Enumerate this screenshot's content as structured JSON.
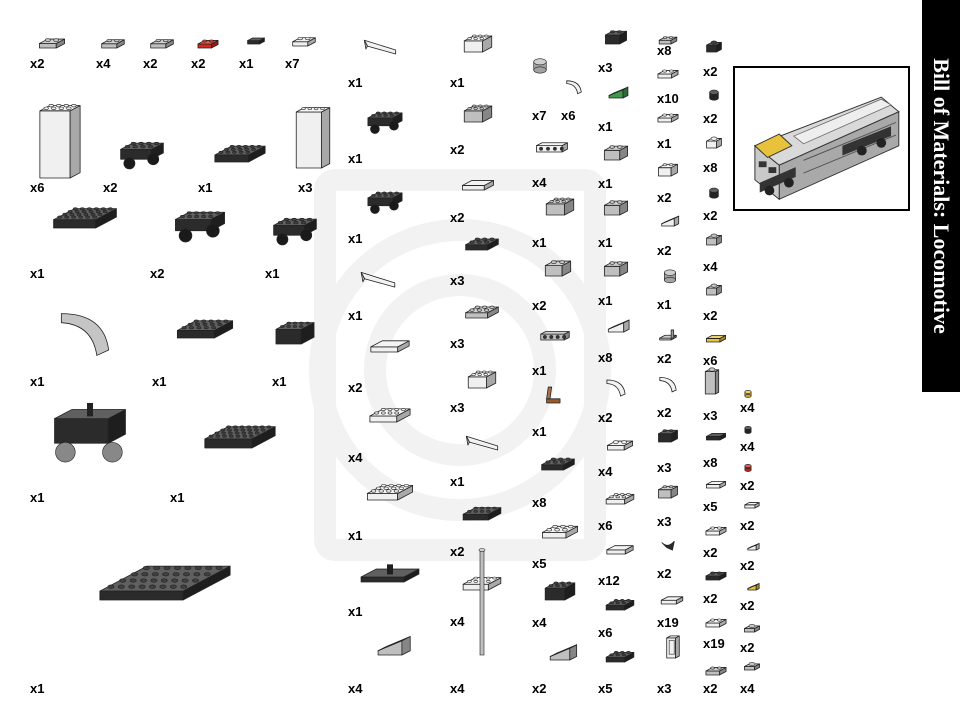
{
  "title": "Bill of Materials:  Locomotive",
  "colors": {
    "black": "#2b2b2b",
    "light_gray": "#bfbfbf",
    "white": "#f0f0f0",
    "red": "#d8281e",
    "yellow": "#e8c23a",
    "brown": "#9a5a2a",
    "green": "#3c9a4a",
    "watermark": "#f2f2f2"
  },
  "parts": [
    {
      "label": "x2",
      "color": "light_gray",
      "shape": "plate"
    },
    {
      "label": "x4",
      "color": "light_gray",
      "shape": "plate"
    },
    {
      "label": "x2",
      "color": "light_gray",
      "shape": "plate"
    },
    {
      "label": "x2",
      "color": "red",
      "shape": "plate"
    },
    {
      "label": "x1",
      "color": "black",
      "shape": "tile"
    },
    {
      "label": "x7",
      "color": "white",
      "shape": "plate"
    },
    {
      "label": "x6",
      "color": "white",
      "shape": "panel"
    },
    {
      "label": "x2",
      "color": "black",
      "shape": "bogie"
    },
    {
      "label": "x1",
      "color": "black",
      "shape": "plate"
    },
    {
      "label": "x3",
      "color": "white",
      "shape": "panel"
    },
    {
      "label": "x1",
      "color": "black",
      "shape": "plate"
    },
    {
      "label": "x2",
      "color": "black",
      "shape": "bogie"
    },
    {
      "label": "x1",
      "color": "black",
      "shape": "bogie"
    },
    {
      "label": "x1",
      "color": "light_gray",
      "shape": "curve"
    },
    {
      "label": "x1",
      "color": "black",
      "shape": "plate"
    },
    {
      "label": "x1",
      "color": "black",
      "shape": "brick"
    },
    {
      "label": "x1",
      "color": "black",
      "shape": "motor"
    },
    {
      "label": "x1",
      "color": "black",
      "shape": "plate"
    },
    {
      "label": "x1",
      "color": "black",
      "shape": "baseplate"
    },
    {
      "label": "x1",
      "color": "white",
      "shape": "wedge"
    },
    {
      "label": "x1",
      "color": "black",
      "shape": "bogie"
    },
    {
      "label": "x1",
      "color": "black",
      "shape": "bogie"
    },
    {
      "label": "x1",
      "color": "white",
      "shape": "wedge"
    },
    {
      "label": "x2",
      "color": "white",
      "shape": "tile"
    },
    {
      "label": "x4",
      "color": "white",
      "shape": "plate"
    },
    {
      "label": "x1",
      "color": "white",
      "shape": "plate"
    },
    {
      "label": "x1",
      "color": "black",
      "shape": "turntable"
    },
    {
      "label": "x4",
      "color": "light_gray",
      "shape": "slope"
    },
    {
      "label": "x1",
      "color": "white",
      "shape": "brick"
    },
    {
      "label": "x2",
      "color": "light_gray",
      "shape": "brick"
    },
    {
      "label": "x2",
      "color": "white",
      "shape": "tile"
    },
    {
      "label": "x3",
      "color": "black",
      "shape": "plate"
    },
    {
      "label": "x3",
      "color": "light_gray",
      "shape": "plate"
    },
    {
      "label": "x3",
      "color": "white",
      "shape": "brick"
    },
    {
      "label": "x1",
      "color": "white",
      "shape": "wedge"
    },
    {
      "label": "x2",
      "color": "black",
      "shape": "plate"
    },
    {
      "label": "x4",
      "color": "white",
      "shape": "plate"
    },
    {
      "label": "x4",
      "color": "light_gray",
      "shape": "bar"
    },
    {
      "label": "x7",
      "color": "light_gray",
      "shape": "round"
    },
    {
      "label": "x6",
      "color": "white",
      "shape": "curve"
    },
    {
      "label": "x4",
      "color": "white",
      "shape": "technic"
    },
    {
      "label": "x1",
      "color": "light_gray",
      "shape": "brick"
    },
    {
      "label": "x2",
      "color": "light_gray",
      "shape": "brick"
    },
    {
      "label": "x1",
      "color": "light_gray",
      "shape": "technic"
    },
    {
      "label": "x1",
      "color": "brown",
      "shape": "seat"
    },
    {
      "label": "x8",
      "color": "black",
      "shape": "plate"
    },
    {
      "label": "x5",
      "color": "white",
      "shape": "plate"
    },
    {
      "label": "x4",
      "color": "black",
      "shape": "brick"
    },
    {
      "label": "x2",
      "color": "light_gray",
      "shape": "slope"
    },
    {
      "label": "x3",
      "color": "black",
      "shape": "brick"
    },
    {
      "label": "x1",
      "color": "green",
      "shape": "slope"
    },
    {
      "label": "x1",
      "color": "light_gray",
      "shape": "brick"
    },
    {
      "label": "x1",
      "color": "light_gray",
      "shape": "brick"
    },
    {
      "label": "x1",
      "color": "light_gray",
      "shape": "brick"
    },
    {
      "label": "x8",
      "color": "white",
      "shape": "slope"
    },
    {
      "label": "x2",
      "color": "white",
      "shape": "curve"
    },
    {
      "label": "x4",
      "color": "white",
      "shape": "plate"
    },
    {
      "label": "x6",
      "color": "white",
      "shape": "plate"
    },
    {
      "label": "x12",
      "color": "white",
      "shape": "tile"
    },
    {
      "label": "x6",
      "color": "black",
      "shape": "plate"
    },
    {
      "label": "x5",
      "color": "black",
      "shape": "plate"
    },
    {
      "label": "x8",
      "color": "light_gray",
      "shape": "plate"
    },
    {
      "label": "x10",
      "color": "white",
      "shape": "plate"
    },
    {
      "label": "x1",
      "color": "white",
      "shape": "plate"
    },
    {
      "label": "x2",
      "color": "white",
      "shape": "brick"
    },
    {
      "label": "x2",
      "color": "white",
      "shape": "slope"
    },
    {
      "label": "x1",
      "color": "light_gray",
      "shape": "round"
    },
    {
      "label": "x2",
      "color": "light_gray",
      "shape": "bracket"
    },
    {
      "label": "x2",
      "color": "white",
      "shape": "curve"
    },
    {
      "label": "x3",
      "color": "black",
      "shape": "brick"
    },
    {
      "label": "x3",
      "color": "light_gray",
      "shape": "brick"
    },
    {
      "label": "x2",
      "color": "black",
      "shape": "clip"
    },
    {
      "label": "x19",
      "color": "white",
      "shape": "tile"
    },
    {
      "label": "x3",
      "color": "white",
      "shape": "door"
    },
    {
      "label": "x2",
      "color": "black",
      "shape": "brick"
    },
    {
      "label": "x2",
      "color": "black",
      "shape": "round"
    },
    {
      "label": "x8",
      "color": "white",
      "shape": "brick"
    },
    {
      "label": "x2",
      "color": "black",
      "shape": "round"
    },
    {
      "label": "x4",
      "color": "light_gray",
      "shape": "brick"
    },
    {
      "label": "x2",
      "color": "light_gray",
      "shape": "brick"
    },
    {
      "label": "x6",
      "color": "yellow",
      "shape": "tile"
    },
    {
      "label": "x3",
      "color": "light_gray",
      "shape": "panel"
    },
    {
      "label": "x8",
      "color": "black",
      "shape": "tile"
    },
    {
      "label": "x5",
      "color": "white",
      "shape": "tile"
    },
    {
      "label": "x2",
      "color": "white",
      "shape": "plate"
    },
    {
      "label": "x2",
      "color": "black",
      "shape": "plate"
    },
    {
      "label": "x19",
      "color": "white",
      "shape": "plate"
    },
    {
      "label": "x2",
      "color": "light_gray",
      "shape": "plate"
    },
    {
      "label": "x4",
      "color": "yellow",
      "shape": "round"
    },
    {
      "label": "x4",
      "color": "black",
      "shape": "round"
    },
    {
      "label": "x2",
      "color": "red",
      "shape": "round"
    },
    {
      "label": "x2",
      "color": "white",
      "shape": "tile"
    },
    {
      "label": "x2",
      "color": "white",
      "shape": "slope"
    },
    {
      "label": "x2",
      "color": "yellow",
      "shape": "slope"
    },
    {
      "label": "x2",
      "color": "light_gray",
      "shape": "plate"
    },
    {
      "label": "x4",
      "color": "light_gray",
      "shape": "plate"
    }
  ]
}
